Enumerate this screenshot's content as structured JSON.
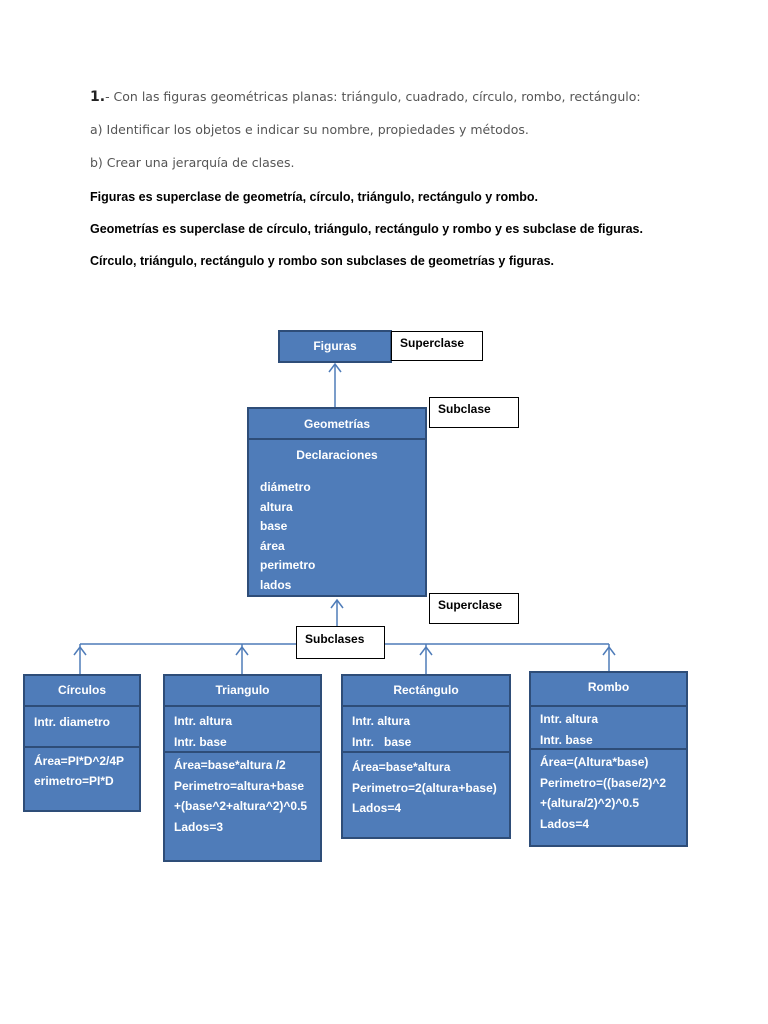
{
  "text": {
    "q1_num": "1.",
    "q1": "- Con las figuras geométricas planas: triángulo, cuadrado, círculo, rombo, rectángulo:",
    "qa": "a) Identificar los objetos e indicar su nombre, propiedades y métodos.",
    "qb": "b) Crear una jerarquía de clases.",
    "s1": "Figuras es superclase de geometría, círculo, triángulo, rectángulo y rombo.",
    "s2": "Geometrías es superclase de círculo, triángulo, rectángulo y rombo y es subclase de figuras.",
    "s3": "Círculo, triángulo, rectángulo y rombo son subclases de geometrías  y figuras."
  },
  "diagram": {
    "figuras": "Figuras",
    "label_superclase": "Superclase",
    "label_subclase": "Subclase",
    "label_superclase2": "Superclase",
    "label_subclases": "Subclases",
    "geometrias": {
      "title": "Geometrías",
      "section": "Declaraciones",
      "items": [
        "diámetro",
        "altura",
        "base",
        "área",
        "perimetro",
        "lados"
      ]
    },
    "circulos": {
      "title": "Círculos",
      "attrs": [
        "Intr. diametro"
      ],
      "methods": [
        "Área=PI*D^2/4P",
        "erimetro=PI*D"
      ]
    },
    "triangulo": {
      "title": "Triangulo",
      "attrs": [
        "Intr. altura",
        "Intr. base"
      ],
      "methods": [
        "Área=base*altura /2",
        "Perimetro=altura+base",
        "+(base^2+altura^2)^0.5",
        "Lados=3"
      ]
    },
    "rectangulo": {
      "title": "Rectángulo",
      "attrs": [
        "Intr. altura",
        "Intr.   base"
      ],
      "methods": [
        "Área=base*altura",
        "Perimetro=2(altura+base)",
        "Lados=4"
      ]
    },
    "rombo": {
      "title": "Rombo",
      "attrs": [
        "Intr. altura",
        "Intr. base"
      ],
      "methods": [
        "Área=(Altura*base)",
        "Perimetro=((base/2)^2",
        "+(altura/2)^2)^0.5",
        "Lados=4"
      ]
    }
  }
}
